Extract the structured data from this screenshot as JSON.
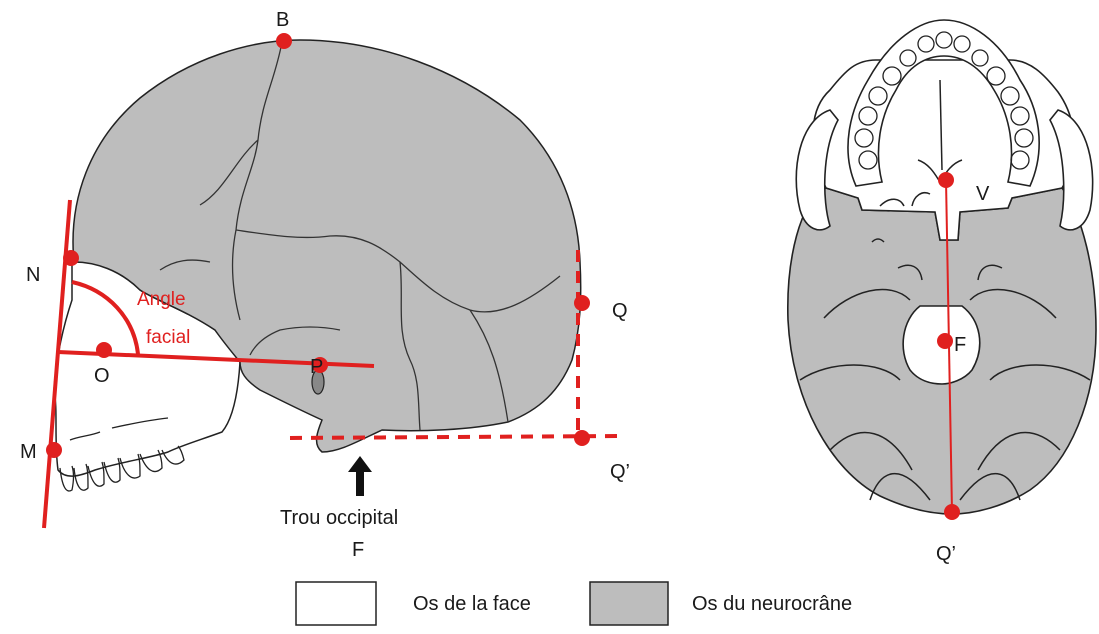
{
  "colors": {
    "neurocrane": "#bdbdbd",
    "face": "#ffffff",
    "outline": "#222222",
    "marker": "#e0201f"
  },
  "side_view": {
    "points": {
      "B": "B",
      "N": "N",
      "O": "O",
      "P": "P",
      "M": "M",
      "Q": "Q",
      "Q_prime": "Q’",
      "F": "F"
    },
    "angle_label_line1": "Angle",
    "angle_label_line2": "facial",
    "foramen_label": "Trou occipital"
  },
  "base_view": {
    "points": {
      "V": "V",
      "F": "F",
      "Q_prime": "Q’"
    }
  },
  "legend": {
    "face_label": "Os de la face",
    "neurocrane_label": "Os du neurocrâne"
  }
}
